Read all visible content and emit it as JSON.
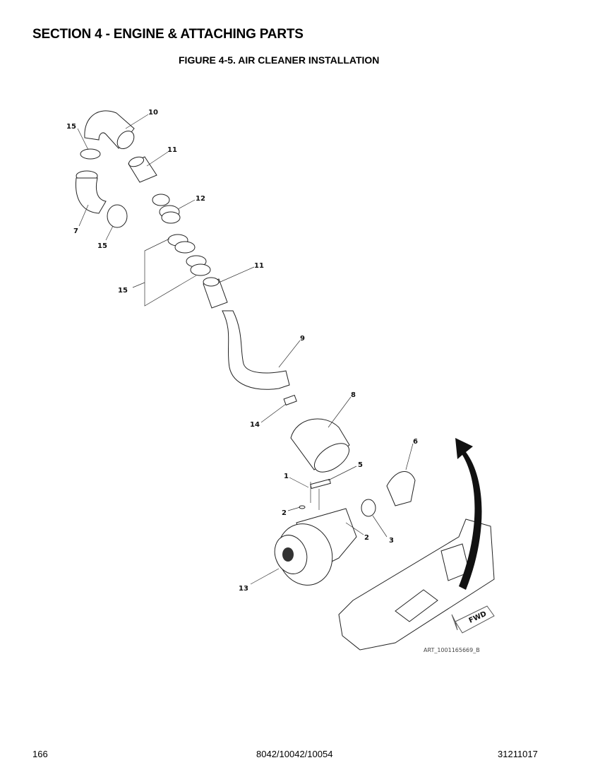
{
  "header": {
    "section_title": "SECTION 4 - ENGINE & ATTACHING PARTS",
    "figure_title": "FIGURE 4-5. AIR CLEANER INSTALLATION"
  },
  "diagram": {
    "callouts": [
      "10",
      "15",
      "11",
      "12",
      "7",
      "15",
      "11",
      "15",
      "9",
      "8",
      "14",
      "6",
      "5",
      "1",
      "2",
      "2",
      "3",
      "13"
    ],
    "fwd_label": "FWD",
    "art_id": "ART_1001165669_B"
  },
  "footer": {
    "page_number": "166",
    "models": "8042/10042/10054",
    "doc_number": "31211017"
  }
}
